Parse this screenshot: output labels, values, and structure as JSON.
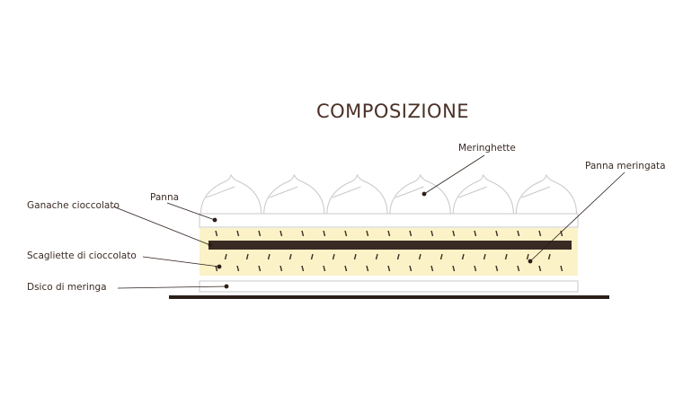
{
  "title": "COMPOSIZIONE",
  "labels": {
    "meringhette": "Meringhette",
    "panna_meringata": "Panna meringata",
    "panna": "Panna",
    "ganache": "Ganache cioccolato",
    "scagliette": "Scagliette di cioccolato",
    "disco": "Dsico di meringa"
  },
  "meringue_count": 6,
  "colors": {
    "title": "#4a3027",
    "chocolate": "#3a2a24",
    "cream_fill": "#fbf3c7",
    "outline": "#c8c8c8",
    "leader": "#2b1e19"
  }
}
